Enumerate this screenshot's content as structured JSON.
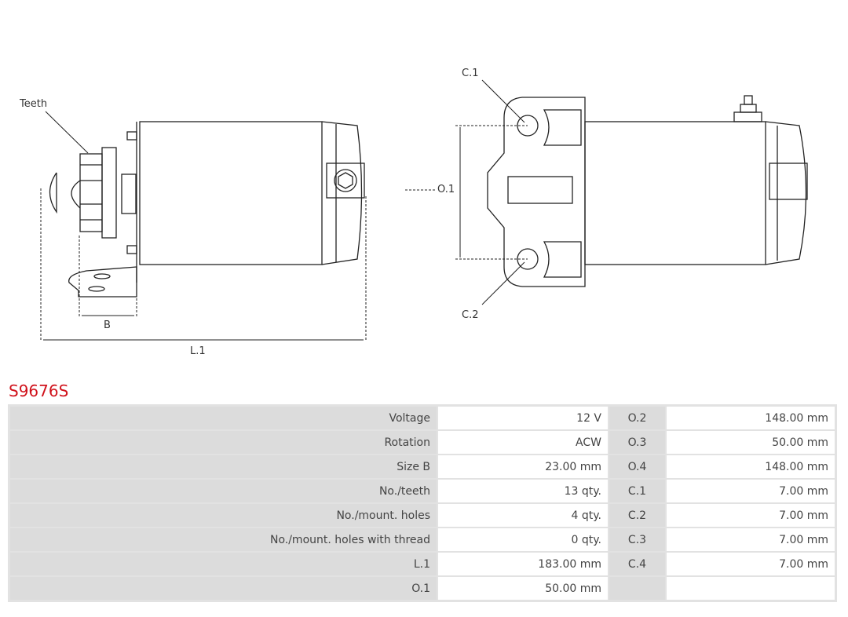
{
  "drawing": {
    "teeth": "Teeth",
    "b": "B",
    "l1": "L.1",
    "c1": "C.1",
    "o1": "O.1",
    "c2": "C.2"
  },
  "title": "S9676S",
  "rows": [
    {
      "label": "Voltage",
      "value": "12 V",
      "label2": "O.2",
      "value2": "148.00 mm"
    },
    {
      "label": "Rotation",
      "value": "ACW",
      "label2": "O.3",
      "value2": "50.00 mm"
    },
    {
      "label": "Size B",
      "value": "23.00 mm",
      "label2": "O.4",
      "value2": "148.00 mm"
    },
    {
      "label": "No./teeth",
      "value": "13 qty.",
      "label2": "C.1",
      "value2": "7.00 mm"
    },
    {
      "label": "No./mount. holes",
      "value": "4 qty.",
      "label2": "C.2",
      "value2": "7.00 mm"
    },
    {
      "label": "No./mount. holes with thread",
      "value": "0 qty.",
      "label2": "C.3",
      "value2": "7.00 mm"
    },
    {
      "label": "L.1",
      "value": "183.00 mm",
      "label2": "C.4",
      "value2": "7.00 mm"
    },
    {
      "label": "O.1",
      "value": "50.00 mm",
      "label2": "",
      "value2": ""
    }
  ]
}
